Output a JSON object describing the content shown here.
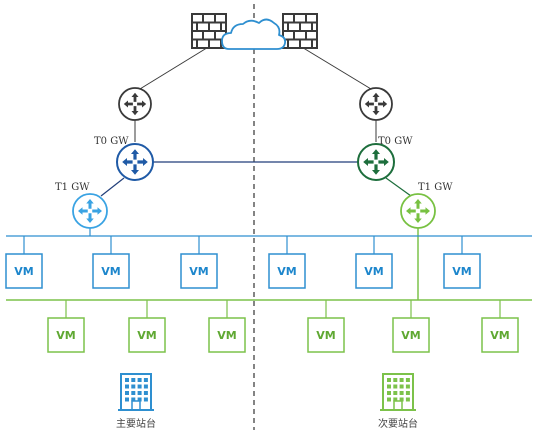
{
  "labels": {
    "t0_left": "T0 GW",
    "t0_right": "T0 GW",
    "t1_left": "T1 GW",
    "t1_right": "T1 GW"
  },
  "vm_label": "VM",
  "sites": {
    "primary": "主要站台",
    "secondary": "次要站台"
  },
  "colors": {
    "blue_network": "#2e8fd0",
    "green_network": "#7cc24a",
    "dark_router": "#3a3a3a",
    "navy_router": "#1f5aa6",
    "darkgreen_router": "#1d6e3c",
    "light_blue_router": "#3aa3e3",
    "light_green_router": "#78c142",
    "link_navy": "#223f7a",
    "link_darkgreen": "#1d6e3c"
  },
  "icons": {
    "firewall": "brick-firewall-icon",
    "cloud": "cloud-icon",
    "router": "router-arrows-icon",
    "building": "office-building-icon"
  },
  "vm_rows": {
    "blue": {
      "count": 6
    },
    "green": {
      "count": 6
    }
  }
}
